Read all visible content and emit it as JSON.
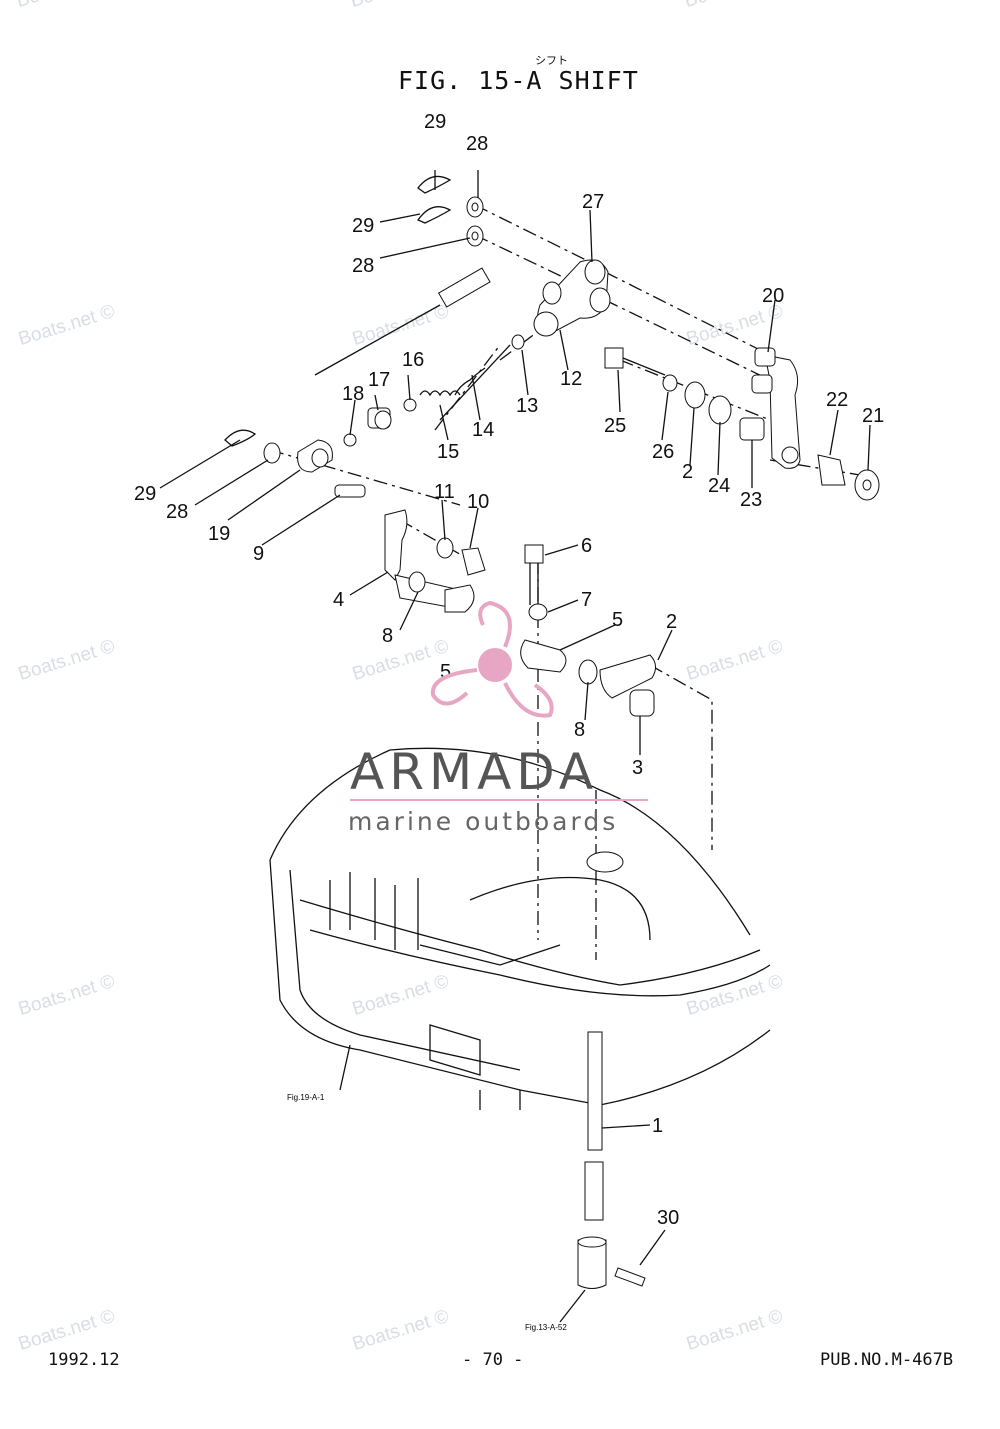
{
  "header": {
    "ruby": "シフト",
    "title": "FIG. 15-A SHIFT"
  },
  "footer": {
    "date": "1992.12",
    "page": "- 70 -",
    "pub": "PUB.NO.M-467B"
  },
  "watermark": {
    "text": "Boats.net ©",
    "logo_name": "ARMADA",
    "logo_tagline": "marine outboards",
    "logo_color": "#e7a6c3"
  },
  "diagram": {
    "part_labels": [
      "29",
      "28",
      "29",
      "28",
      "27",
      "20",
      "16",
      "17",
      "18",
      "14",
      "13",
      "12",
      "15",
      "25",
      "26",
      "2",
      "24",
      "22",
      "21",
      "23",
      "29",
      "28",
      "19",
      "9",
      "11",
      "10",
      "6",
      "4",
      "7",
      "5",
      "2",
      "8",
      "5",
      "8",
      "3",
      "1",
      "30"
    ],
    "references": [
      "Fig.19-A-1",
      "Fig.13-A-52"
    ]
  }
}
